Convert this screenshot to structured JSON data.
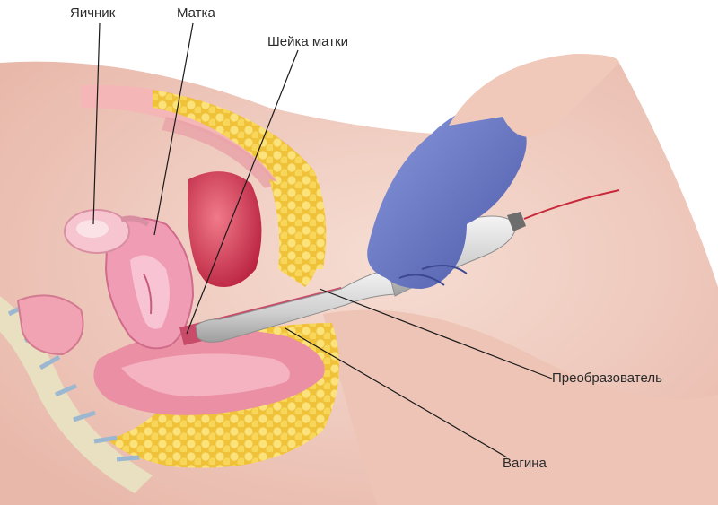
{
  "labels": {
    "ovary": "Яичник",
    "uterus": "Матка",
    "cervix": "Шейка матки",
    "transducer": "Преобразователь",
    "vagina": "Вагина"
  },
  "colors": {
    "skin": "#f2d2c8",
    "fat": "#f6d24e",
    "uterus": "#e896ad",
    "bladder": "#d83a55",
    "glove": "#6c7cc9",
    "probe": "#d9d9d9",
    "leader_line": "#1a1a1a"
  }
}
